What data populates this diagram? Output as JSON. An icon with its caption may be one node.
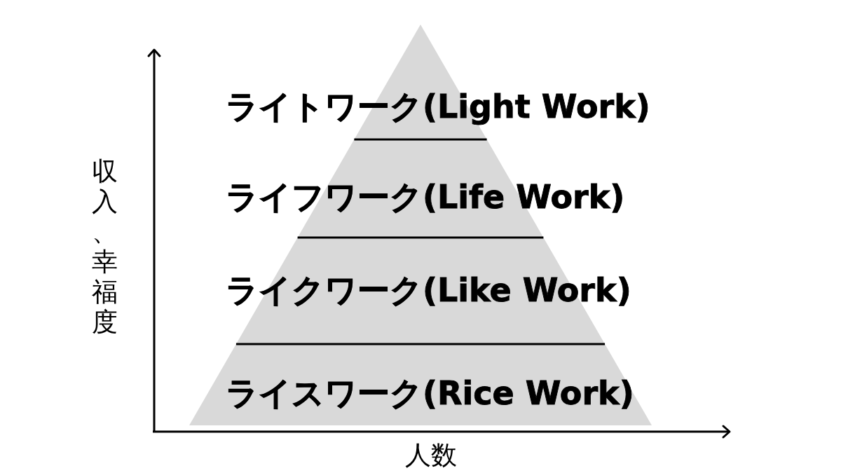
{
  "diagram": {
    "nodes": [
      {
        "text": [
          "ライトワーク(Light Work)"
        ]
      },
      {
        "text": [
          "ライフワーク(Life Work)"
        ]
      },
      {
        "text": [
          "ライクワーク(Like Work)"
        ]
      },
      {
        "text": [
          "ライスワーク(Rice Work)"
        ]
      }
    ],
    "labels": [
      "収入、幸福度",
      "人数"
    ]
  }
}
